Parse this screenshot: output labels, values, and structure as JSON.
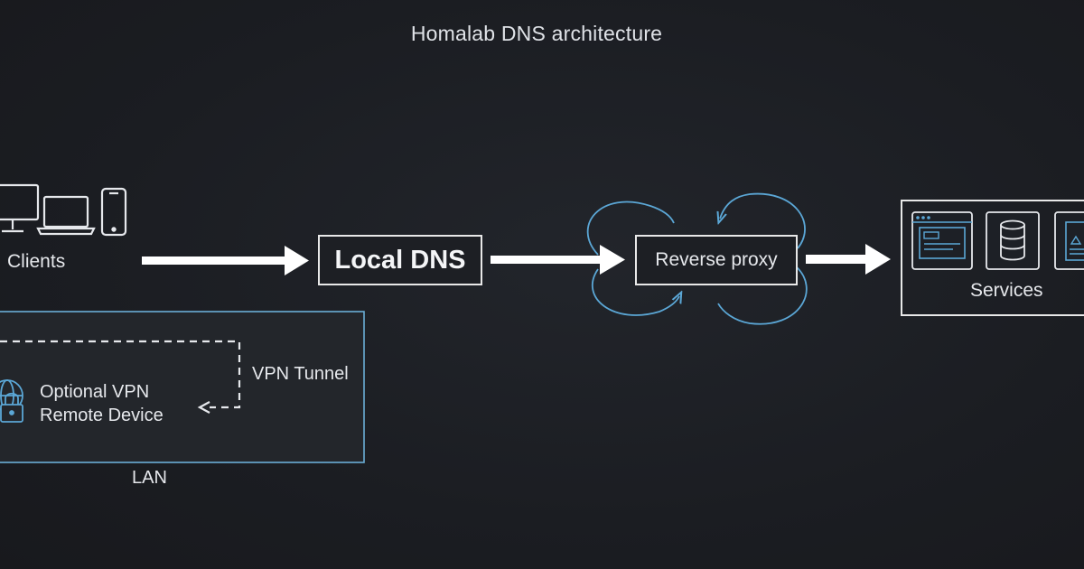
{
  "title": "Homalab DNS architecture",
  "nodes": {
    "clients": "Clients",
    "local_dns": "Local DNS",
    "reverse_proxy": "Reverse proxy",
    "services": "Services"
  },
  "lan": {
    "label": "LAN",
    "vpn_tunnel": "VPN Tunnel",
    "remote_device_line1": "Optional VPN",
    "remote_device_line2": "Remote Device"
  },
  "colors": {
    "background": "#1b1d22",
    "foreground": "#ffffff",
    "accent_blue": "#5ba7d6",
    "box_border": "#e8e8e8"
  },
  "icons": [
    "desktop-icon",
    "laptop-icon",
    "phone-icon",
    "browser-window-icon",
    "database-icon",
    "image-file-icon",
    "lock-globe-icon"
  ]
}
